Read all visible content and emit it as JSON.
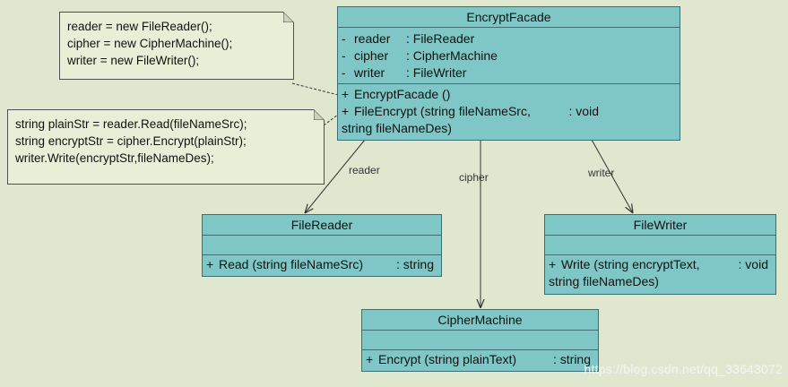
{
  "facade": {
    "name": "EncryptFacade",
    "attributes": [
      {
        "vis": "-",
        "name": "reader",
        "type": ": FileReader"
      },
      {
        "vis": "-",
        "name": "cipher",
        "type": ": CipherMachine"
      },
      {
        "vis": "-",
        "name": "writer",
        "type": ": FileWriter"
      }
    ],
    "op1": "EncryptFacade ()",
    "op2_line1": "FileEncrypt (string fileNameSrc,",
    "op2_type": ": void",
    "op2_line2": "string fileNameDes)"
  },
  "note1": {
    "lines": [
      "reader = new FileReader();",
      "cipher = new CipherMachine();",
      "writer = new FileWriter();"
    ]
  },
  "note2": {
    "lines": [
      "string plainStr = reader.Read(fileNameSrc);",
      "string encryptStr = cipher.Encrypt(plainStr);",
      "writer.Write(encryptStr,fileNameDes);"
    ]
  },
  "file_reader": {
    "name": "FileReader",
    "op_vis": "+",
    "op": "Read (string fileNameSrc)",
    "op_type": ": string"
  },
  "file_writer": {
    "name": "FileWriter",
    "op_vis": "+",
    "op_line1": "Write (string encryptText,",
    "op_type": ": void",
    "op_line2": "string fileNameDes)"
  },
  "cipher_machine": {
    "name": "CipherMachine",
    "op_vis": "+",
    "op": "Encrypt (string plainText)",
    "op_type": ": string"
  },
  "associations": {
    "reader": "reader",
    "cipher": "cipher",
    "writer": "writer"
  },
  "visibility_public": "+",
  "watermark": "https://blog.csdn.net/qq_33643072",
  "colors": {
    "background": "#dfe8cf",
    "class_fill": "#7fc7c7",
    "class_border": "#3d6f73",
    "note_fill": "#e7f0d6"
  }
}
